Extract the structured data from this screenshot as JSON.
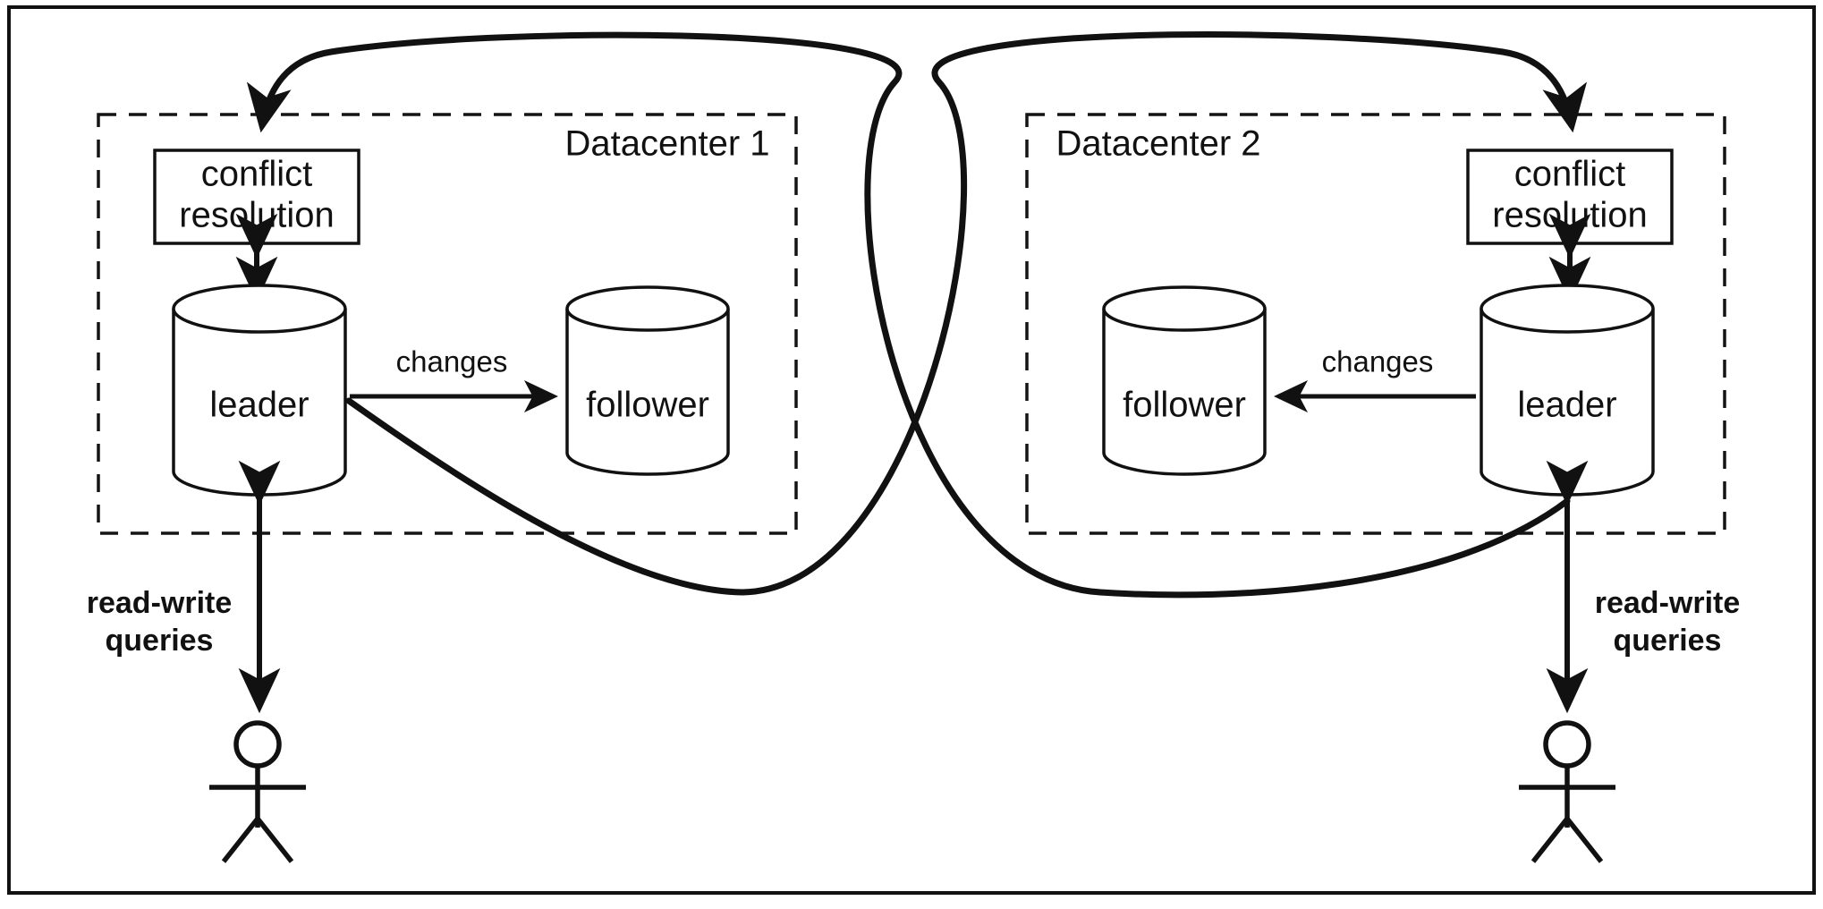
{
  "figure": {
    "title": "Multi-leader replication across two datacenters",
    "background_color": "#ffffff",
    "line_color": "#111111"
  },
  "datacenters": [
    {
      "id": "dc1",
      "label": "Datacenter 1",
      "conflict_resolution": {
        "line1": "conflict",
        "line2": "resolution"
      },
      "nodes": [
        {
          "role": "leader",
          "label": "leader"
        },
        {
          "role": "follower",
          "label": "follower"
        }
      ],
      "internal_edge_label": "changes",
      "client_edge_label": {
        "line1": "read-write",
        "line2": "queries"
      },
      "client": "stick-figure-user"
    },
    {
      "id": "dc2",
      "label": "Datacenter 2",
      "conflict_resolution": {
        "line1": "conflict",
        "line2": "resolution"
      },
      "nodes": [
        {
          "role": "follower",
          "label": "follower"
        },
        {
          "role": "leader",
          "label": "leader"
        }
      ],
      "internal_edge_label": "changes",
      "client_edge_label": {
        "line1": "read-write",
        "line2": "queries"
      },
      "client": "stick-figure-user"
    }
  ],
  "cross_links": [
    {
      "from": "dc1.leader",
      "to": "dc2.conflict_resolution",
      "style": "curved-arrow"
    },
    {
      "from": "dc2.leader",
      "to": "dc1.conflict_resolution",
      "style": "curved-arrow"
    }
  ]
}
